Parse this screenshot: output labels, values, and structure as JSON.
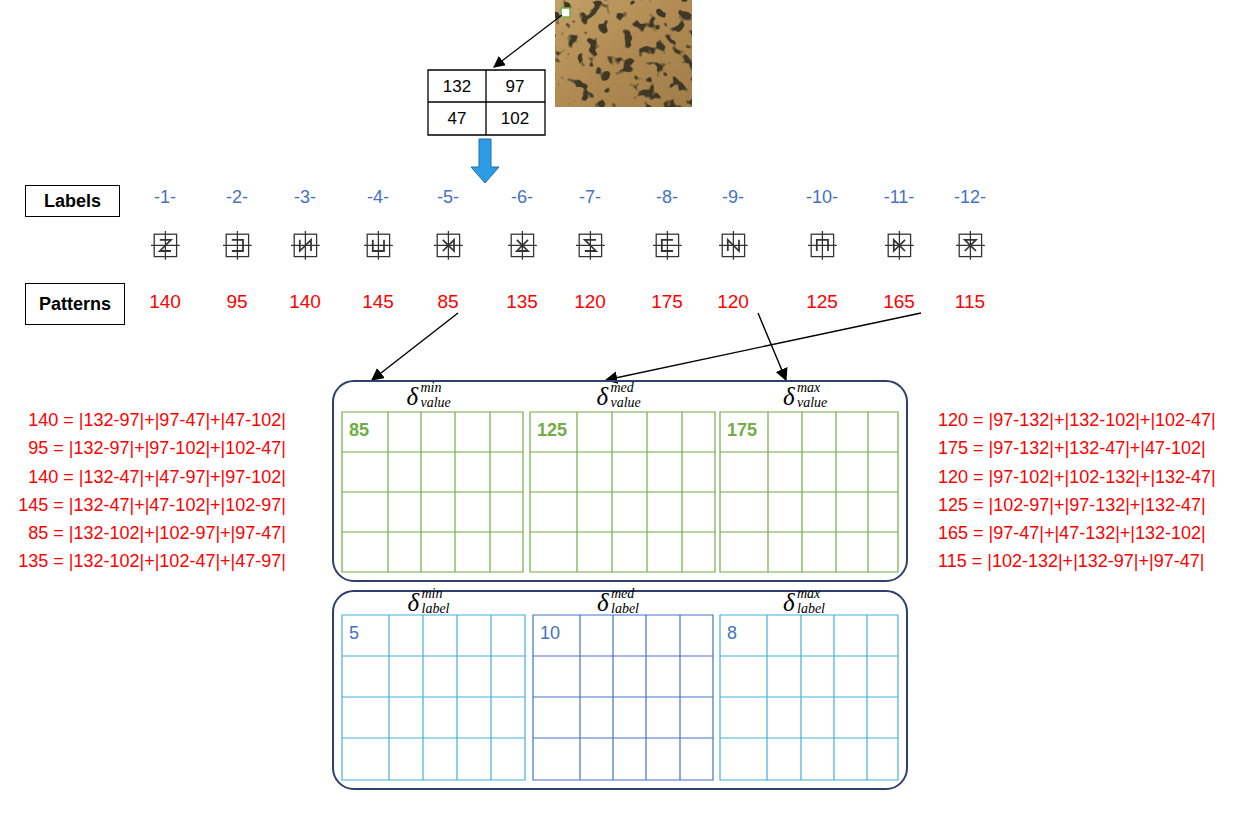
{
  "diagram": {
    "nodes": [
      {
        "text": [
          "Labels"
        ]
      },
      {
        "text": [
          "Patterns"
        ]
      },
      {
        "text": []
      },
      {
        "text": [
          "δ",
          "min",
          "value",
          "85"
        ],
        "in": 2
      },
      {
        "text": [
          "δ",
          "med",
          "value",
          "125"
        ],
        "in": 2
      },
      {
        "text": [
          "δ",
          "max",
          "value",
          "175"
        ],
        "in": 2
      },
      {
        "text": []
      },
      {
        "text": [
          "δ",
          "min",
          "label",
          "5"
        ],
        "in": 6
      },
      {
        "text": [
          "δ",
          "med",
          "label",
          "10"
        ],
        "in": 6
      },
      {
        "text": [
          "δ",
          "max",
          "label",
          "8"
        ],
        "in": 6
      }
    ],
    "labels": [
      "132",
      "97",
      "47",
      "102",
      "-1-",
      "-2-",
      "-3-",
      "-4-",
      "-5-",
      "-6-",
      "-7-",
      "-8-",
      "-9-",
      "-10-",
      "-11-",
      "-12-",
      "140",
      "95",
      "140",
      "145",
      "85",
      "135",
      "120",
      "175",
      "120",
      "125",
      "165",
      "115",
      "140 = |132-97|+|97-47|+|47-102|",
      "95 = |132-97|+|97-102|+|102-47|",
      "140 = |132-47|+|47-97|+|97-102|",
      "145 = |132-47|+|47-102|+|102-97|",
      "85 = |132-102|+|102-97|+|97-47|",
      "135 = |132-102|+|102-47|+|47-97|",
      "120 = |97-132|+|132-102|+|102-47|",
      "175 = |97-132|+|132-47|+|47-102|",
      "120 = |97-102|+|102-132|+|132-47|",
      "125 = |102-97|+|97-132|+|132-47|",
      "165 = |97-47|+|47-132|+|132-102|",
      "115 = |102-132|+|132-97|+|97-47|"
    ]
  }
}
